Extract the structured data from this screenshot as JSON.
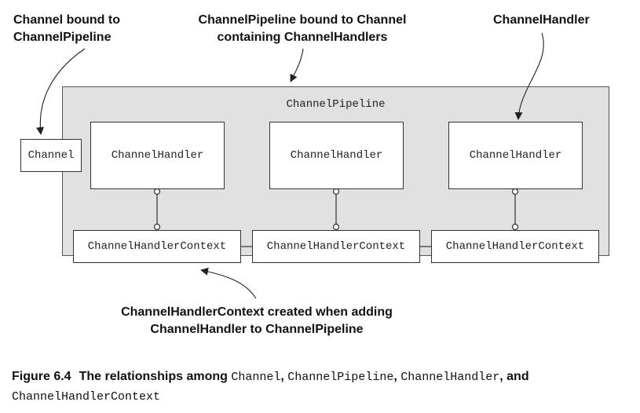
{
  "callouts": {
    "channel_bound": [
      "Channel bound to",
      "ChannelPipeline"
    ],
    "pipeline_bound": [
      "ChannelPipeline bound to Channel",
      "containing ChannelHandlers"
    ],
    "handler": "ChannelHandler",
    "context_created": [
      "ChannelHandlerContext created when adding",
      "ChannelHandler to ChannelPipeline"
    ]
  },
  "diagram": {
    "pipeline_label": "ChannelPipeline",
    "channel_label": "Channel",
    "handlers": [
      "ChannelHandler",
      "ChannelHandler",
      "ChannelHandler"
    ],
    "contexts": [
      "ChannelHandlerContext",
      "ChannelHandlerContext",
      "ChannelHandlerContext"
    ]
  },
  "caption": {
    "figure_number": "Figure 6.4",
    "lead": "The relationships among",
    "terms": [
      "Channel",
      "ChannelPipeline",
      "ChannelHandler",
      "ChannelHandlerContext"
    ],
    "separators": [
      ", ",
      ", ",
      ", and"
    ]
  }
}
